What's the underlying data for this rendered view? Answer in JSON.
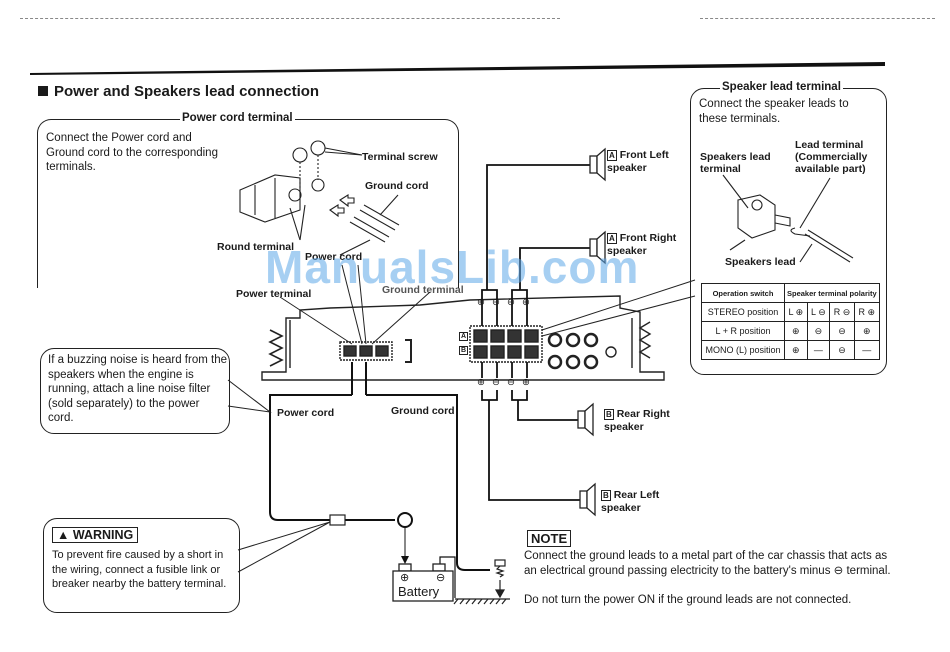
{
  "header": {
    "title": "Power and Speakers lead connection"
  },
  "power_cord_terminal": {
    "title": "Power cord terminal",
    "description": "Connect the Power cord and Ground cord to the corresponding terminals.",
    "labels": {
      "terminal_screw": "Terminal screw",
      "ground_cord": "Ground cord",
      "round_terminal": "Round terminal",
      "power_cord": "Power cord"
    }
  },
  "amplifier": {
    "power_terminal": "Power terminal",
    "ground_terminal": "Ground terminal",
    "channel_a": "A",
    "channel_b": "B",
    "top_polarity": [
      "⊕",
      "⊖",
      "⊖",
      "⊕"
    ],
    "bottom_polarity": [
      "⊕",
      "⊖",
      "⊖",
      "⊕"
    ]
  },
  "speakers": {
    "front_left": {
      "badge": "A",
      "label": "Front Left",
      "sub": "speaker"
    },
    "front_right": {
      "badge": "A",
      "label": "Front Right",
      "sub": "speaker"
    },
    "rear_right": {
      "badge": "B",
      "label": "Rear Right",
      "sub": "speaker"
    },
    "rear_left": {
      "badge": "B",
      "label": "Rear Left",
      "sub": "speaker"
    }
  },
  "speaker_lead_terminal": {
    "title": "Speaker lead terminal",
    "description": "Connect the speaker leads to these terminals.",
    "labels": {
      "speakers_lead_terminal": "Speakers lead terminal",
      "lead_terminal": "Lead terminal (Commercially available part)",
      "speakers_lead": "Speakers lead"
    },
    "polarity_table": {
      "headers": [
        "Operation switch",
        "Speaker terminal polarity"
      ],
      "rows": [
        {
          "mode": "STEREO position",
          "cells": [
            "L ⊕",
            "L ⊖",
            "R ⊖",
            "R ⊕"
          ]
        },
        {
          "mode": "L + R position",
          "cells": [
            "⊕",
            "⊖",
            "⊖",
            "⊕"
          ]
        },
        {
          "mode": "MONO (L) position",
          "cells": [
            "⊕",
            "—",
            "⊖",
            "—"
          ]
        }
      ]
    }
  },
  "noise_callout": {
    "text": "If a buzzing noise is heard from the speakers when the engine is running, attach a line noise filter (sold separately) to the power cord."
  },
  "wiring": {
    "power_cord": "Power cord",
    "ground_cord": "Ground cord",
    "battery": "Battery",
    "battery_plus": "⊕",
    "battery_minus": "⊖"
  },
  "warning": {
    "badge": "▲ WARNING",
    "text": "To prevent fire caused by a short in the wiring, connect a fusible link or breaker nearby the battery terminal."
  },
  "note": {
    "badge": "NOTE",
    "line1": "Connect the ground leads to a metal part of the car chassis that acts as an electrical ground passing electricity to the battery's minus ⊖ terminal.",
    "line2": "Do not turn the power ON if the ground leads are not connected."
  },
  "watermark": "ManualsLib.com"
}
